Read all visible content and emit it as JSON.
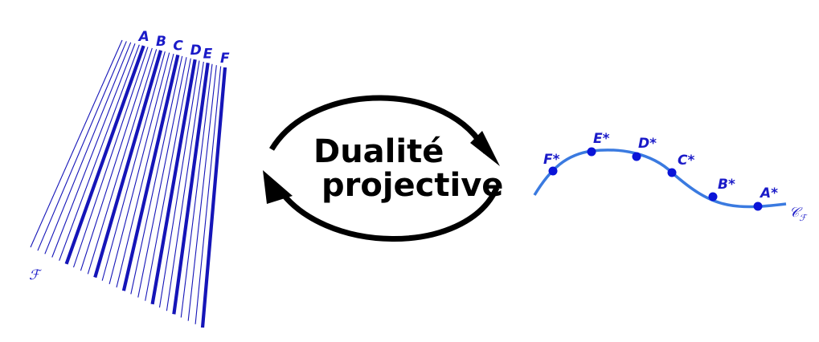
{
  "title": {
    "line1": "Dualité",
    "line2": "projective"
  },
  "pencil": {
    "family_label": "ℱ",
    "labeled_lines": [
      "A",
      "B",
      "C",
      "D",
      "E",
      "F"
    ]
  },
  "curve": {
    "curve_label": "𝒞",
    "curve_label_sub": "ℱ",
    "points": [
      "A*",
      "B*",
      "C*",
      "D*",
      "E*",
      "F*"
    ]
  },
  "colors": {
    "lines": "#1515b8",
    "labels": "#1a1ac8",
    "curve": "#3a7ae0",
    "points": "#0a14d8",
    "arrows": "#000000"
  }
}
